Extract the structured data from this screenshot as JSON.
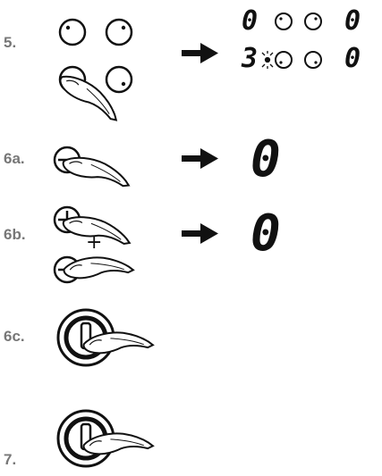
{
  "steps": {
    "s5": "5.",
    "s6a": "6a.",
    "s6b": "6b.",
    "s6c": "6c.",
    "s7": "7."
  },
  "plus_sign": "+",
  "displays": {
    "step5_top_left": "0",
    "step5_top_right": "0",
    "step5_bottom_left": "3",
    "step5_bottom_right": "0",
    "step6a": "0",
    "step6b": "0"
  },
  "icons": {
    "burner_zone": "burner-zone-icon",
    "minus": "minus-icon",
    "plus": "plus-icon",
    "power": "power-icon",
    "finger": "finger-icon",
    "arrow": "arrow-icon"
  }
}
